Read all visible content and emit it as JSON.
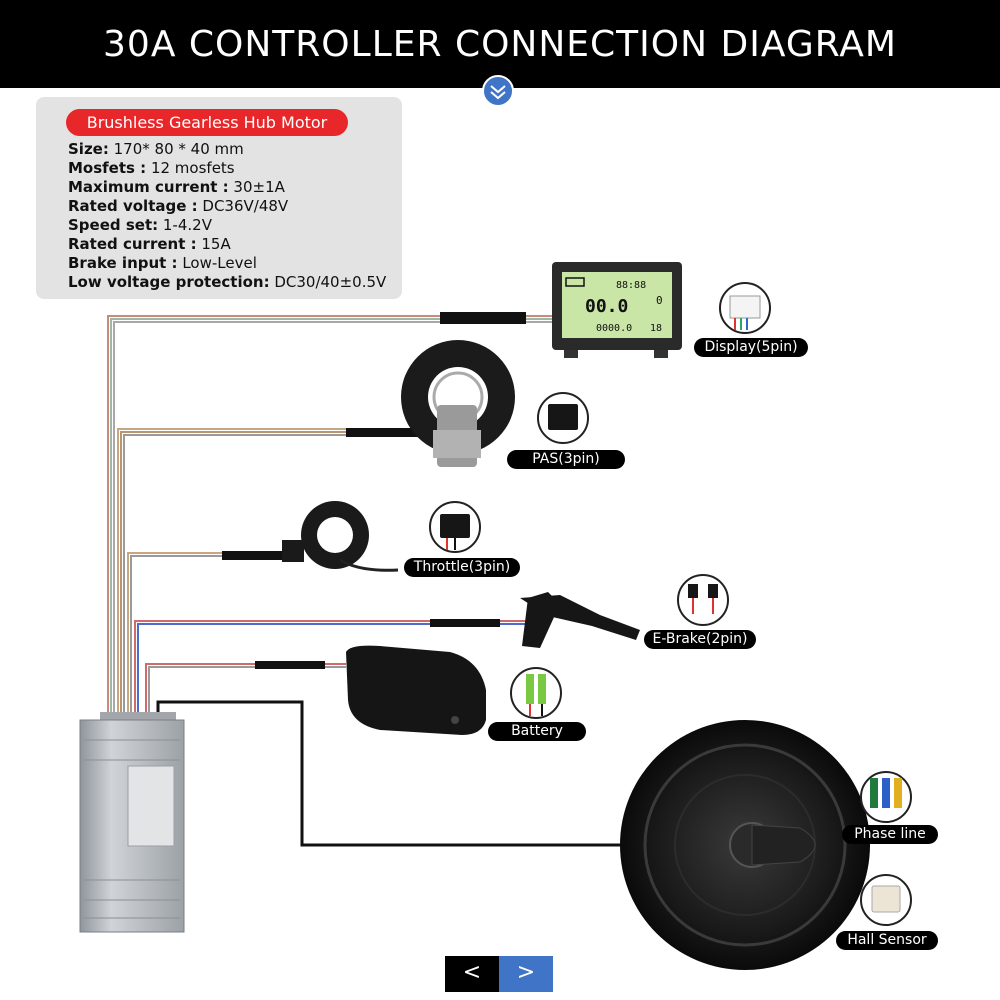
{
  "header": {
    "title": "30A CONTROLLER CONNECTION DIAGRAM"
  },
  "spec": {
    "title": "Brushless Gearless Hub Motor",
    "rows": [
      {
        "key": "Size:",
        "value": " 170* 80 * 40 mm"
      },
      {
        "key": "Mosfets :",
        "value": " 12 mosfets"
      },
      {
        "key": "Maximum current :",
        "value": " 30±1A"
      },
      {
        "key": "Rated voltage :",
        "value": " DC36V/48V"
      },
      {
        "key": "Speed set:",
        "value": " 1-4.2V"
      },
      {
        "key": "Rated current :",
        "value": " 15A"
      },
      {
        "key": "Brake input :",
        "value": " Low-Level"
      },
      {
        "key": "Low voltage protection:",
        "value": " DC30/40±0.5V"
      }
    ]
  },
  "components": {
    "display": "Display(5pin)",
    "pas": "PAS(3pin)",
    "throttle": "Throttle(3pin)",
    "ebrake": "E-Brake(2pin)",
    "battery": "Battery",
    "phase": "Phase line",
    "hall": "Hall Sensor"
  },
  "lcd": {
    "top": "88:88",
    "speed": "00.0",
    "odo": "0000.0",
    "gear": "0",
    "right": "18"
  },
  "nav": {
    "prev": "<",
    "next": ">"
  },
  "colors": {
    "header_bg": "#000000",
    "pill": "#e8272a",
    "accent": "#3f74c6",
    "controller": "#b9bdc2"
  }
}
